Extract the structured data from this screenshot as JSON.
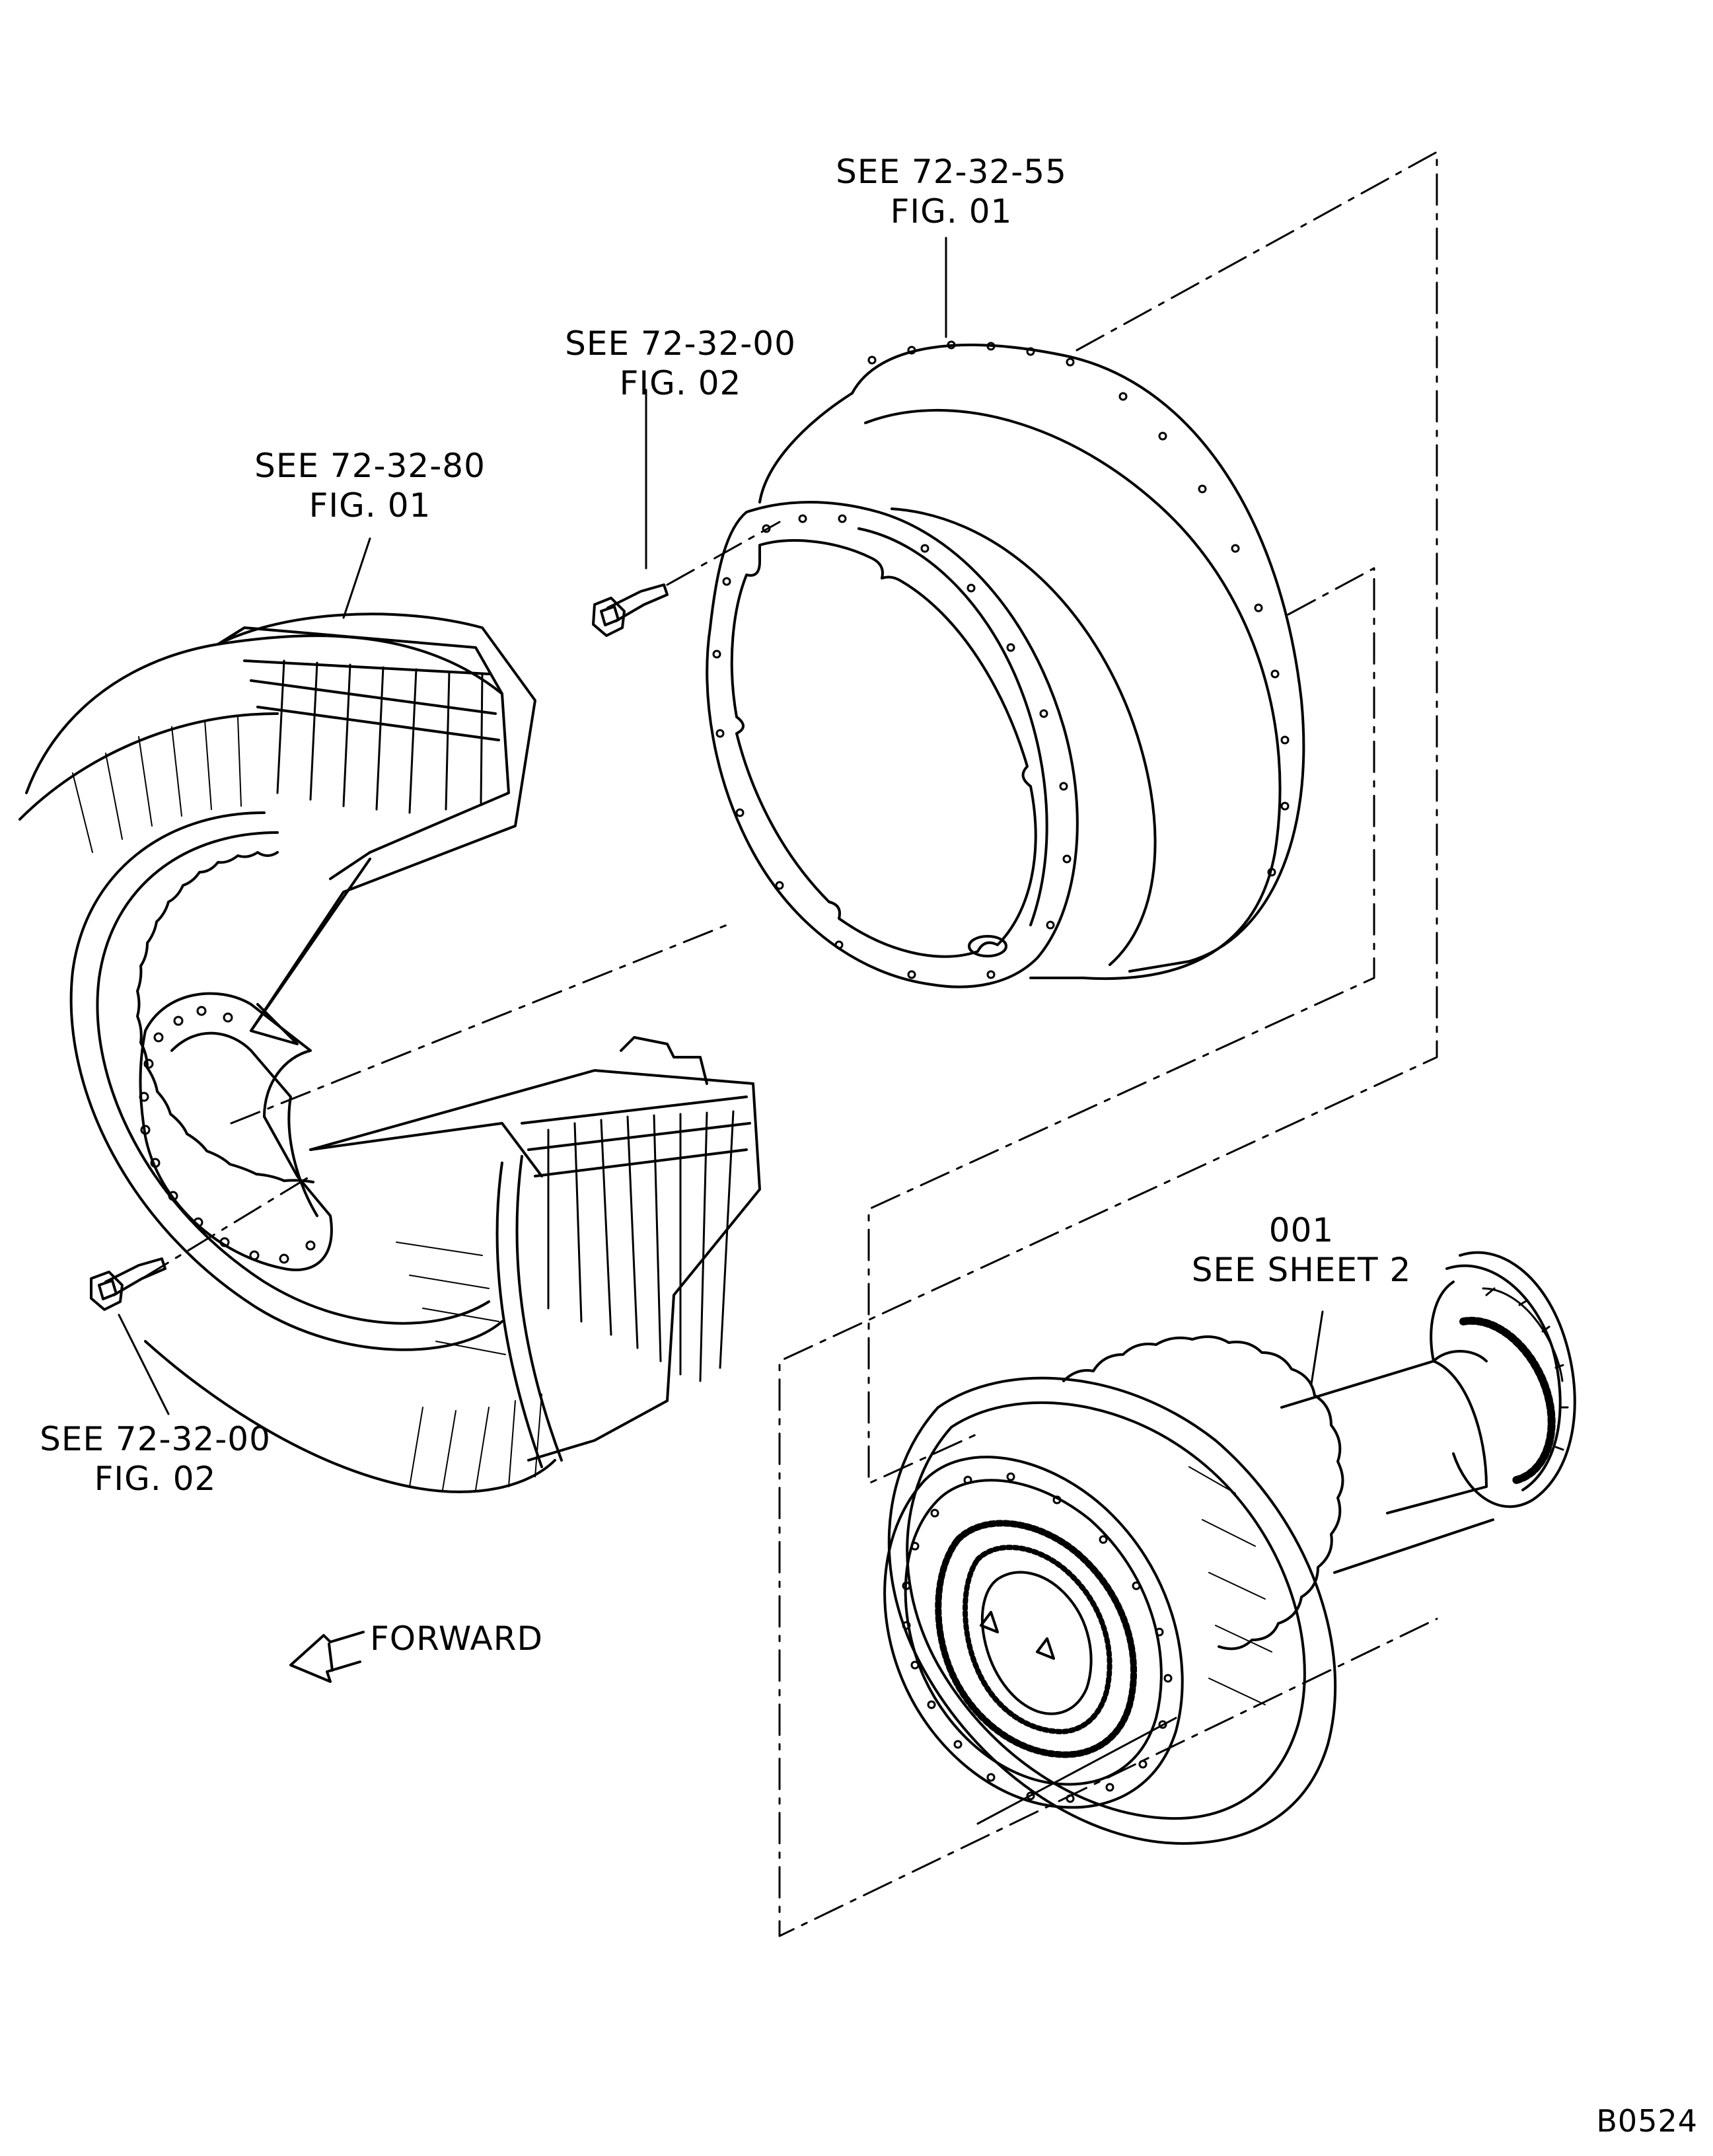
{
  "callouts": {
    "combustion_case": {
      "line1": "SEE 72-32-55",
      "line2": "FIG. 01"
    },
    "bolt_upper": {
      "line1": "SEE 72-32-00",
      "line2": "FIG. 02"
    },
    "nozzle_segment": {
      "line1": "SEE 72-32-80",
      "line2": "FIG. 01"
    },
    "bolt_lower": {
      "line1": "SEE 72-32-00",
      "line2": "FIG. 02"
    },
    "rotor_assembly": {
      "line1": "001",
      "line2": "SEE SHEET 2"
    }
  },
  "direction_label": "FORWARD",
  "figure_code": "B0524",
  "colors": {
    "ink": "#000000",
    "paper": "#ffffff"
  }
}
